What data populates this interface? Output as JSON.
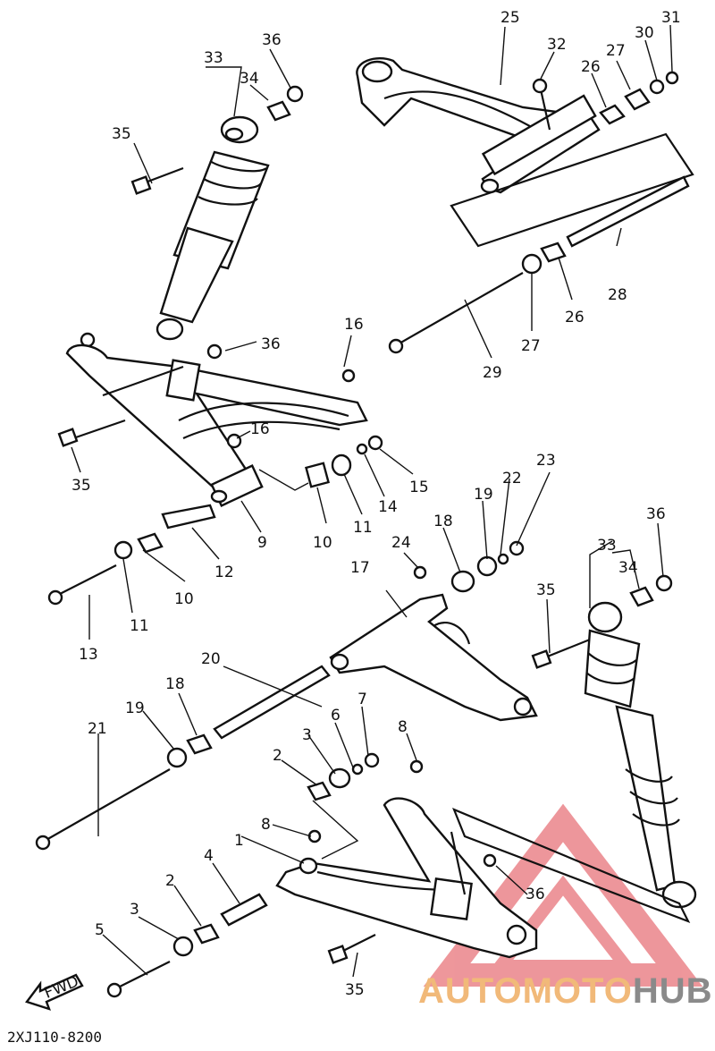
{
  "diagram_code": "2XJ110-8200",
  "watermark": {
    "part1": "AUTOMOTO",
    "part2": "HUB",
    "color_accent": "#f1b979",
    "color_gray": "#8a8a8a",
    "logo_color": "#e8747a"
  },
  "fwd_label": "FWD",
  "callouts": [
    {
      "id": "n25",
      "text": "25"
    },
    {
      "id": "n32",
      "text": "32"
    },
    {
      "id": "n31",
      "text": "31"
    },
    {
      "id": "n30",
      "text": "30"
    },
    {
      "id": "n27a",
      "text": "27"
    },
    {
      "id": "n26a",
      "text": "26"
    },
    {
      "id": "n33a",
      "text": "33"
    },
    {
      "id": "n36a",
      "text": "36"
    },
    {
      "id": "n34a",
      "text": "34"
    },
    {
      "id": "n35a",
      "text": "35"
    },
    {
      "id": "n28",
      "text": "28"
    },
    {
      "id": "n27b",
      "text": "27"
    },
    {
      "id": "n26b",
      "text": "26"
    },
    {
      "id": "n29",
      "text": "29"
    },
    {
      "id": "n16a",
      "text": "16"
    },
    {
      "id": "n36b",
      "text": "36"
    },
    {
      "id": "n16b",
      "text": "16"
    },
    {
      "id": "n35b",
      "text": "35"
    },
    {
      "id": "n15",
      "text": "15"
    },
    {
      "id": "n14",
      "text": "14"
    },
    {
      "id": "n11a",
      "text": "11"
    },
    {
      "id": "n10a",
      "text": "10"
    },
    {
      "id": "n9",
      "text": "9"
    },
    {
      "id": "n12",
      "text": "12"
    },
    {
      "id": "n10b",
      "text": "10"
    },
    {
      "id": "n11b",
      "text": "11"
    },
    {
      "id": "n13",
      "text": "13"
    },
    {
      "id": "n23",
      "text": "23"
    },
    {
      "id": "n22",
      "text": "22"
    },
    {
      "id": "n19a",
      "text": "19"
    },
    {
      "id": "n18a",
      "text": "18"
    },
    {
      "id": "n24",
      "text": "24"
    },
    {
      "id": "n17",
      "text": "17"
    },
    {
      "id": "n36c",
      "text": "36"
    },
    {
      "id": "n33b",
      "text": "33"
    },
    {
      "id": "n34b",
      "text": "34"
    },
    {
      "id": "n35c",
      "text": "35"
    },
    {
      "id": "n20",
      "text": "20"
    },
    {
      "id": "n21",
      "text": "21"
    },
    {
      "id": "n19b",
      "text": "19"
    },
    {
      "id": "n18b",
      "text": "18"
    },
    {
      "id": "n7",
      "text": "7"
    },
    {
      "id": "n6",
      "text": "6"
    },
    {
      "id": "n3a",
      "text": "3"
    },
    {
      "id": "n8a",
      "text": "8"
    },
    {
      "id": "n2a",
      "text": "2"
    },
    {
      "id": "n8b",
      "text": "8"
    },
    {
      "id": "n4",
      "text": "4"
    },
    {
      "id": "n1",
      "text": "1"
    },
    {
      "id": "n2b",
      "text": "2"
    },
    {
      "id": "n3b",
      "text": "3"
    },
    {
      "id": "n5",
      "text": "5"
    },
    {
      "id": "n36d",
      "text": "36"
    },
    {
      "id": "n35d",
      "text": "35"
    }
  ]
}
